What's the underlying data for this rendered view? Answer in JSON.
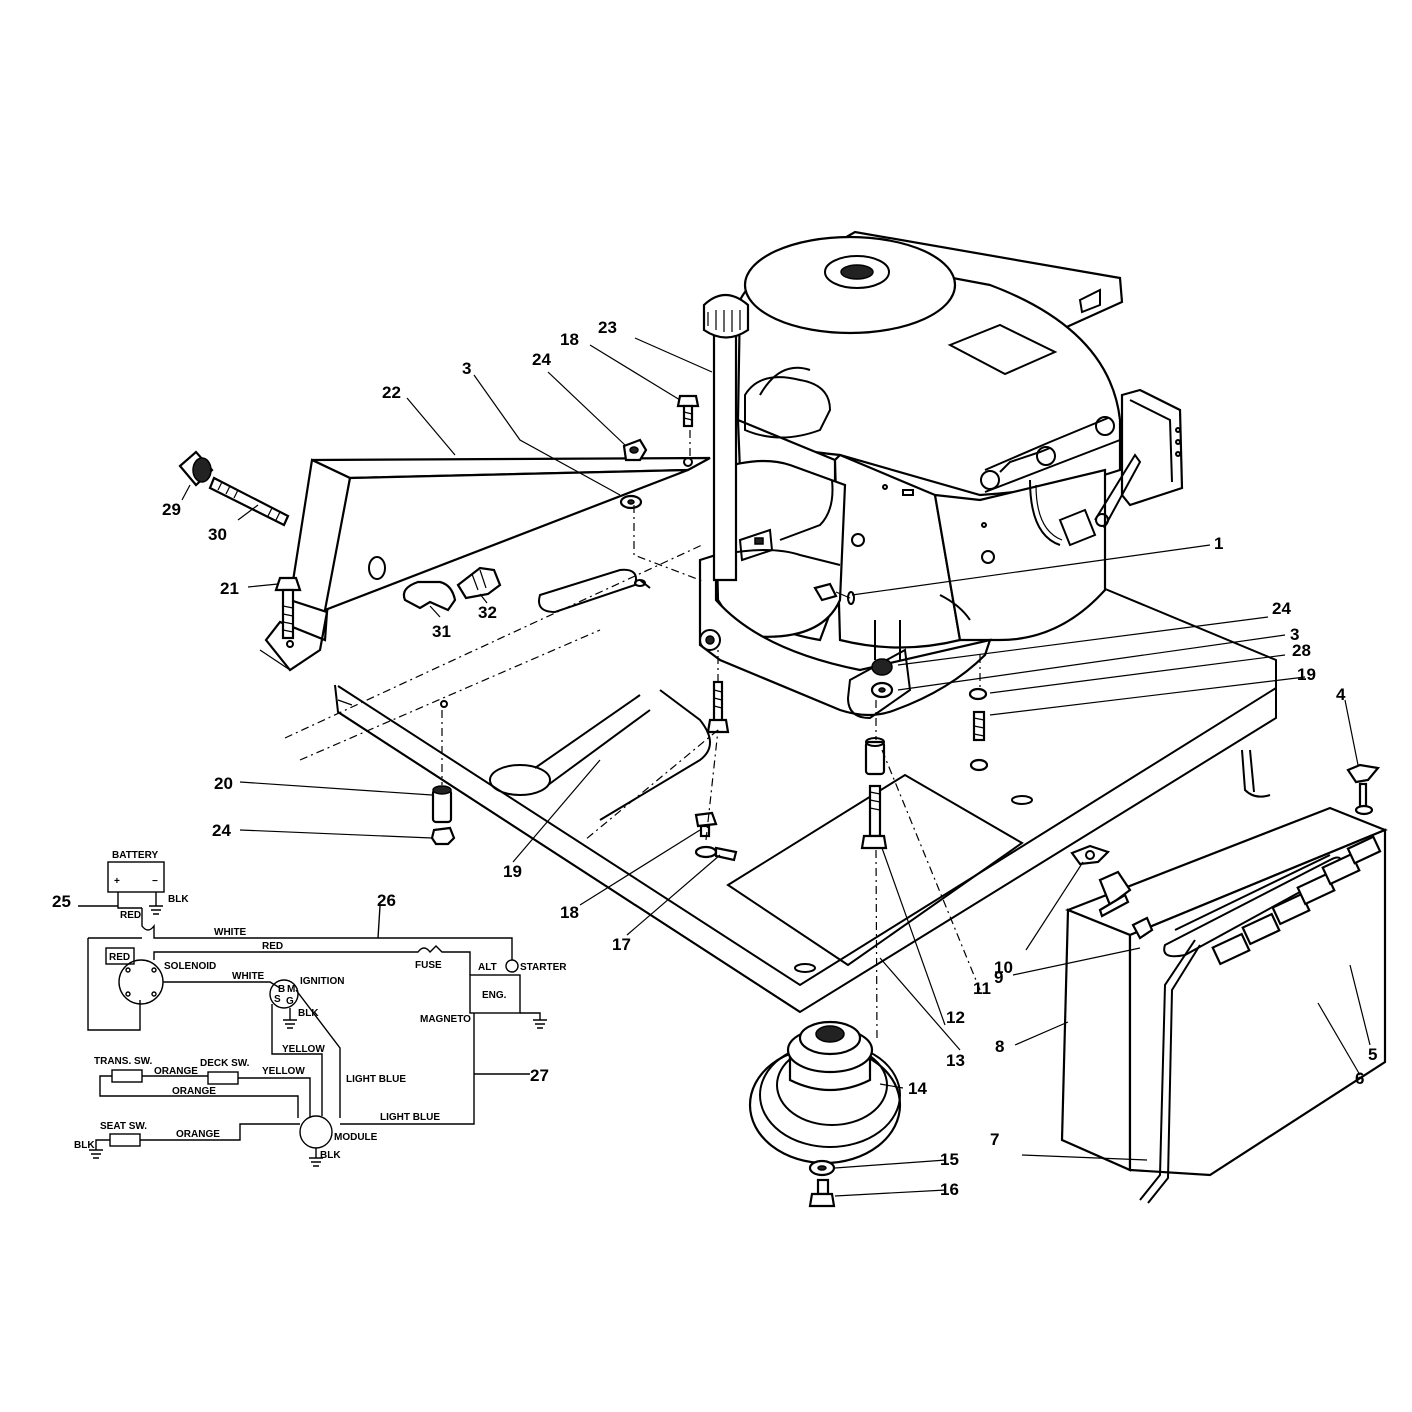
{
  "callouts": [
    "1",
    "3",
    "3",
    "4",
    "5",
    "6",
    "7",
    "8",
    "9",
    "10",
    "11",
    "12",
    "13",
    "14",
    "15",
    "16",
    "17",
    "18",
    "18",
    "19",
    "19",
    "20",
    "21",
    "22",
    "23",
    "24",
    "24",
    "24",
    "25",
    "26",
    "27",
    "28",
    "29",
    "30",
    "31",
    "32"
  ],
  "wiring": {
    "battery": "BATTERY",
    "plus": "+",
    "minus": "−",
    "blk_battery": "BLK",
    "red_1": "RED",
    "red_2": "RED",
    "red_3": "RED",
    "white_1": "WHITE",
    "white_2": "WHITE",
    "solenoid": "SOLENOID",
    "ignition": "IGNITION",
    "ign_b": "B",
    "ign_m": "M",
    "ign_s": "S",
    "ign_g": "G",
    "blk_ign": "BLK",
    "fuse": "FUSE",
    "alt": "ALT",
    "starter": "STARTER",
    "eng": "ENG.",
    "magneto": "MAGNETO",
    "yellow_1": "YELLOW",
    "yellow_2": "YELLOW",
    "light_blue_1": "LIGHT BLUE",
    "light_blue_2": "LIGHT BLUE",
    "trans_sw": "TRANS. SW.",
    "deck_sw": "DECK SW.",
    "seat_sw": "SEAT SW.",
    "orange_1": "ORANGE",
    "orange_2": "ORANGE",
    "orange_3": "ORANGE",
    "module": "MODULE",
    "blk_module": "BLK",
    "blk_seat": "BLK"
  }
}
